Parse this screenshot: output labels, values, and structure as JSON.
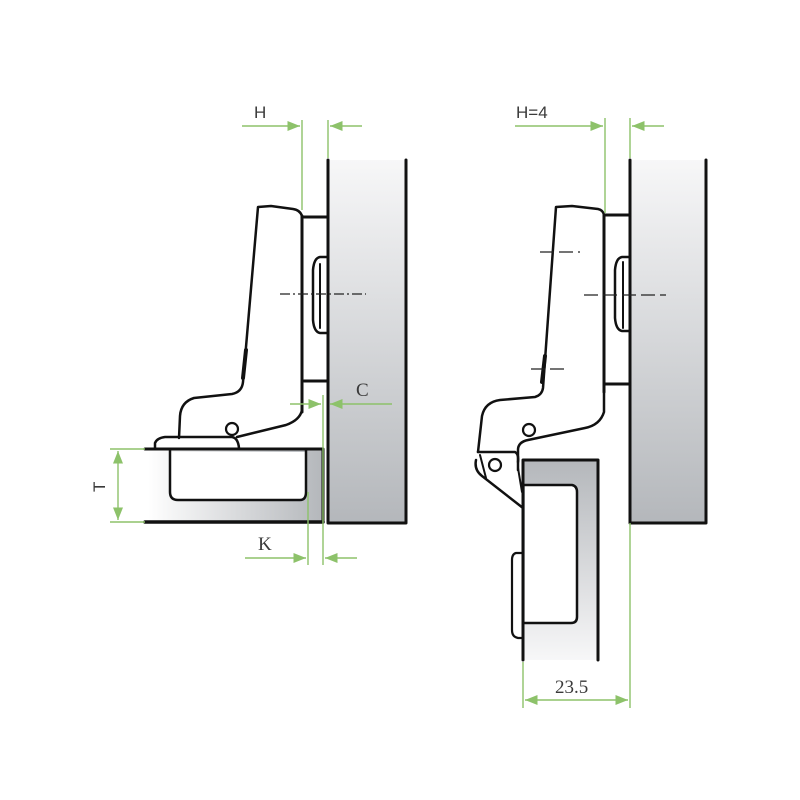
{
  "diagram": {
    "type": "concealed-hinge-mounting-dimensions",
    "colors": {
      "dimension_line": "#8dc26a",
      "outline": "#111111",
      "panel_fill_dark": "#b9bcc0",
      "panel_fill_light": "#f4f4f5",
      "label": "#3a3a3a"
    },
    "left_view": {
      "state": "closed",
      "labels": {
        "h": "H",
        "c": "C",
        "t": "T",
        "k": "K"
      }
    },
    "right_view": {
      "state": "open",
      "labels": {
        "h": "H=4",
        "width": "23.5"
      }
    }
  }
}
